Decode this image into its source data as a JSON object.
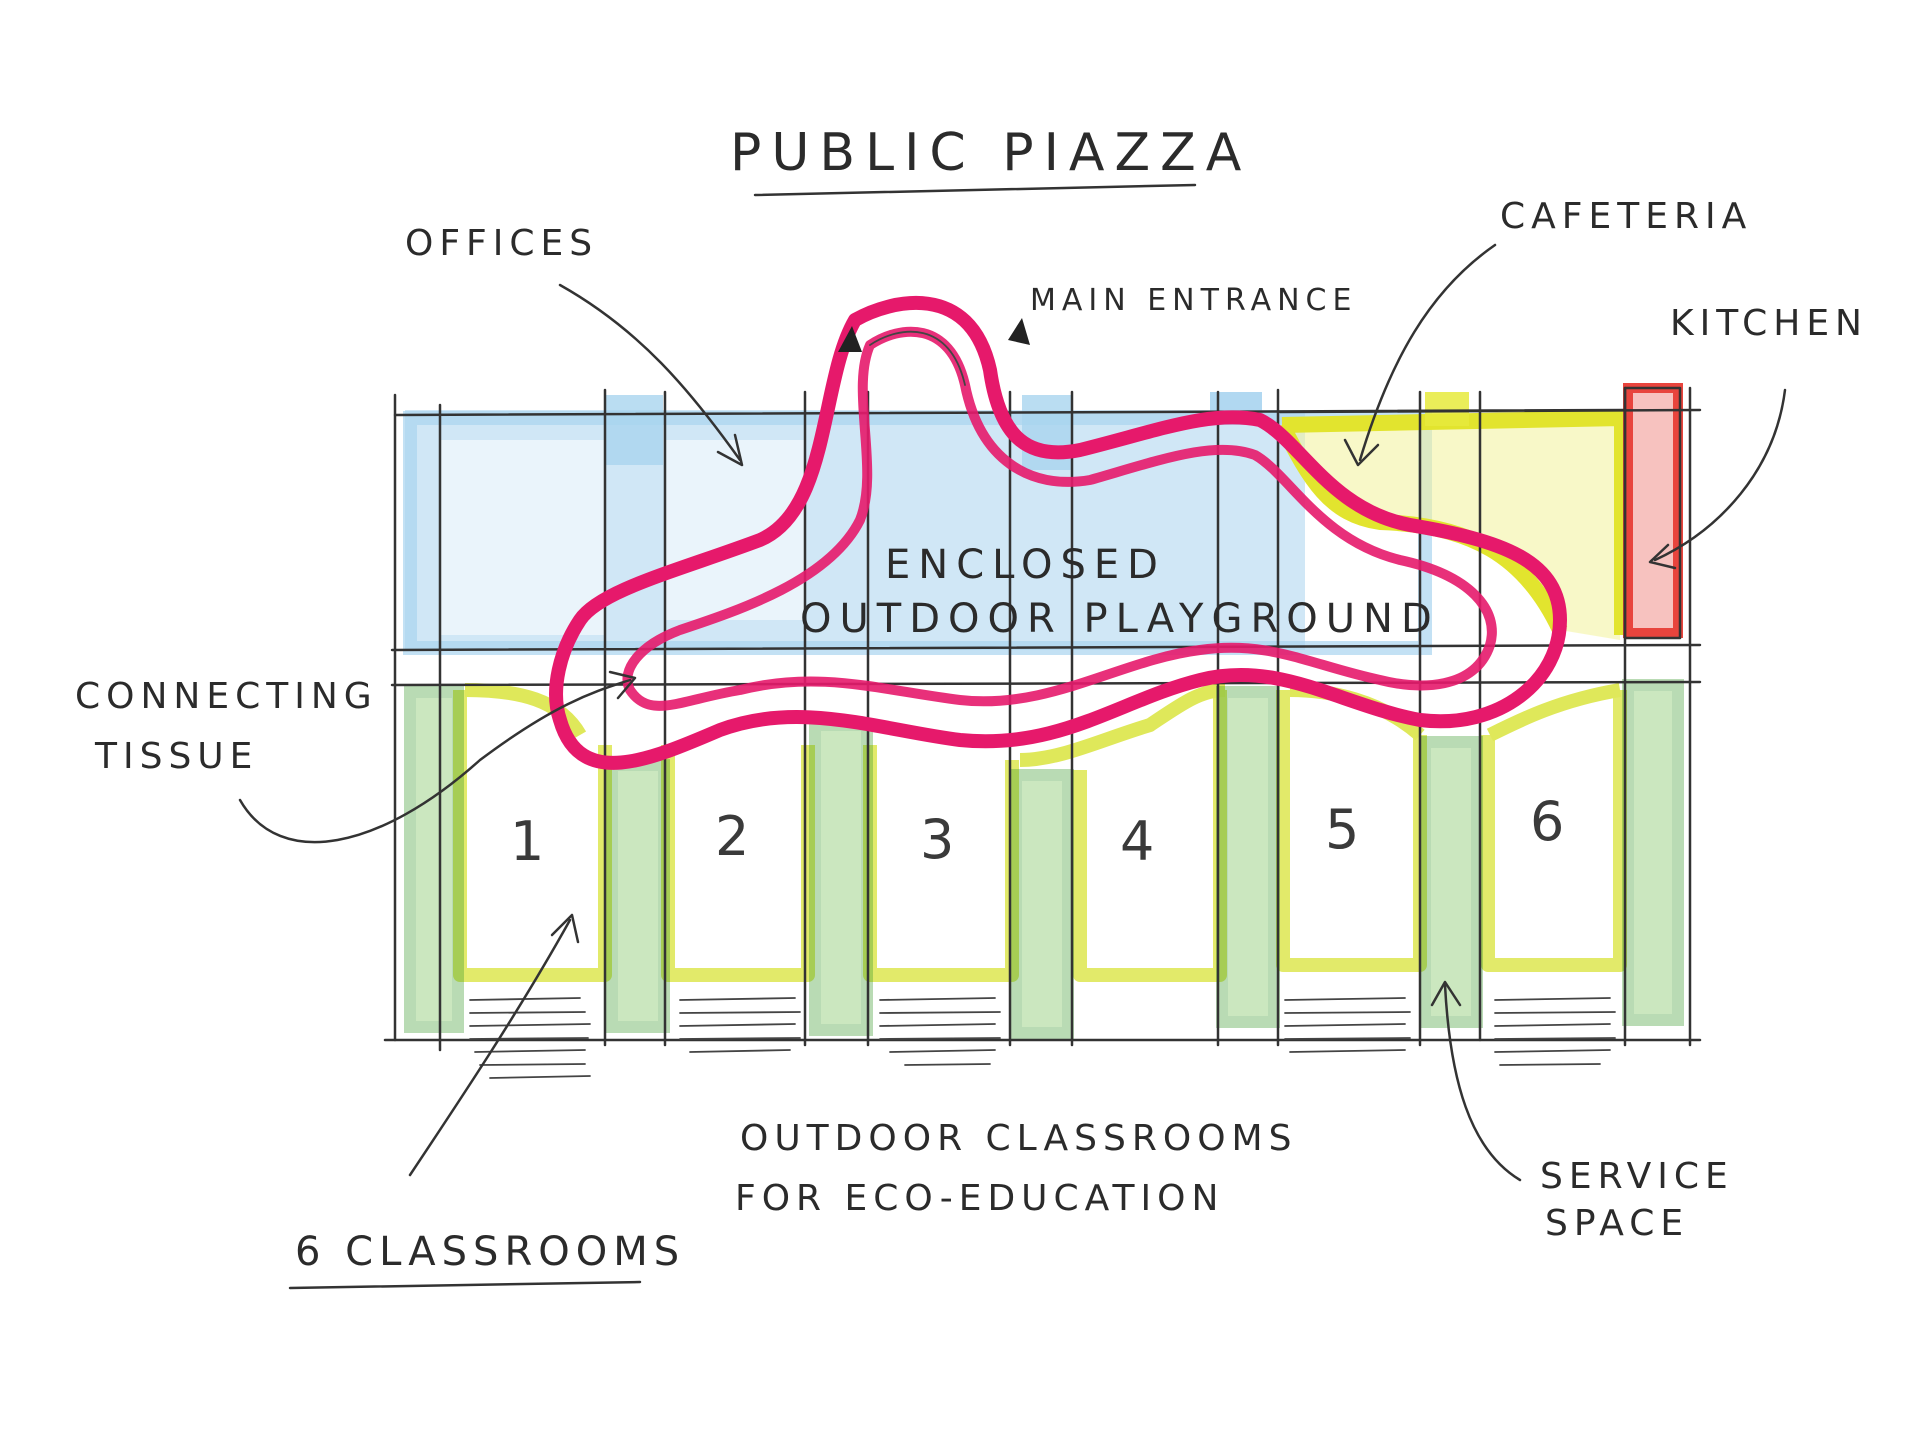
{
  "title": "PUBLIC PIAZZA",
  "labels": {
    "offices": "OFFICES",
    "main_entrance": "MAIN ENTRANCE",
    "cafeteria": "CAFETERIA",
    "kitchen": "KITCHEN",
    "playground_line1": "ENCLOSED",
    "playground_line2": "OUTDOOR PLAYGROUND",
    "connecting_line1": "CONNECTING",
    "connecting_line2": "TISSUE",
    "outdoor_line1": "OUTDOOR CLASSROOMS",
    "outdoor_line2": "FOR ECO-EDUCATION",
    "service_line1": "SERVICE",
    "service_line2": "SPACE",
    "classrooms": "6 CLASSROOMS"
  },
  "classroom_numbers": [
    "1",
    "2",
    "3",
    "4",
    "5",
    "6"
  ],
  "colors": {
    "offices": "#a9d4ef",
    "cafeteria": "#e6ea3c",
    "classroom_outline": "#dfe85a",
    "kitchen": "#e8443d",
    "service": "#3a9a2c",
    "playground": "#e6196b",
    "ink": "#2b2b2b"
  },
  "icons": [
    "arrow-icon",
    "entrance-triangle-icon"
  ]
}
